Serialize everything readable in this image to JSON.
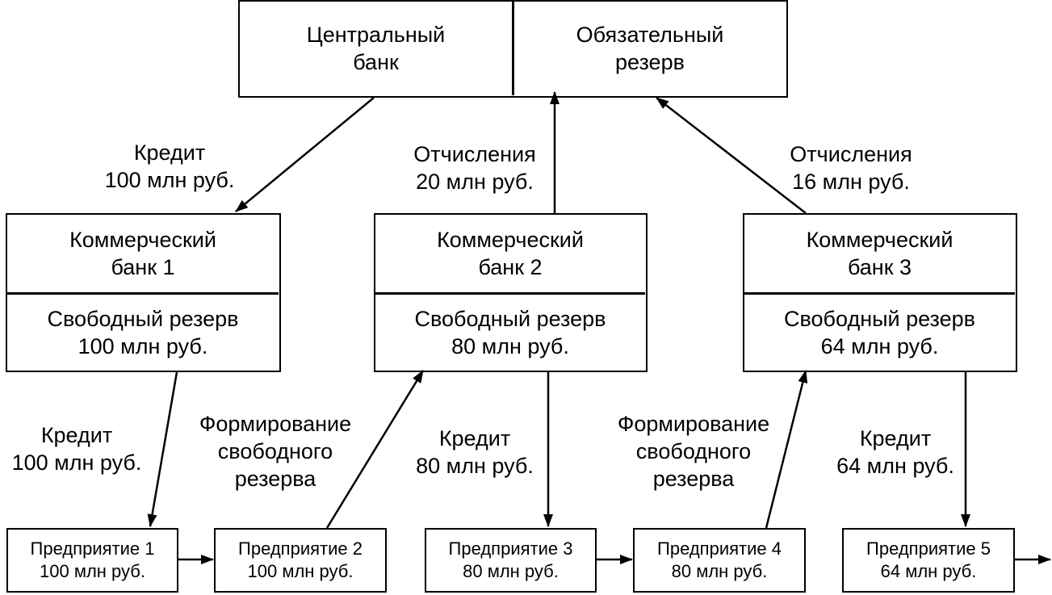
{
  "central": {
    "left": "Центральный банк",
    "left_l1": "Центральный",
    "left_l2": "банк",
    "right_l1": "Обязательный",
    "right_l2": "резерв"
  },
  "banks": [
    {
      "t1": "Коммерческий",
      "t2": "банк 1",
      "r1": "Свободный резерв",
      "r2": "100 млн руб."
    },
    {
      "t1": "Коммерческий",
      "t2": "банк 2",
      "r1": "Свободный резерв",
      "r2": "80 млн руб."
    },
    {
      "t1": "Коммерческий",
      "t2": "банк 3",
      "r1": "Свободный резерв",
      "r2": "64 млн руб."
    }
  ],
  "enterprises": [
    {
      "name": "Предприятие 1",
      "amount": "100 млн руб."
    },
    {
      "name": "Предприятие 2",
      "amount": "100 млн руб."
    },
    {
      "name": "Предприятие 3",
      "amount": "80 млн руб."
    },
    {
      "name": "Предприятие 4",
      "amount": "80 млн руб."
    },
    {
      "name": "Предприятие 5",
      "amount": "64 млн руб."
    }
  ],
  "labels": {
    "credit_top": [
      "Кредит",
      "100 млн руб."
    ],
    "otch1": [
      "Отчисления",
      "20 млн руб."
    ],
    "otch2": [
      "Отчисления",
      "16 млн руб."
    ],
    "credit1": [
      "Кредит",
      "100 млн руб."
    ],
    "form1": [
      "Формирование",
      "свободного",
      "резерва"
    ],
    "credit2": [
      "Кредит",
      "80 млн руб."
    ],
    "form2": [
      "Формирование",
      "свободного",
      "резерва"
    ],
    "credit3": [
      "Кредит",
      "64 млн руб."
    ]
  }
}
